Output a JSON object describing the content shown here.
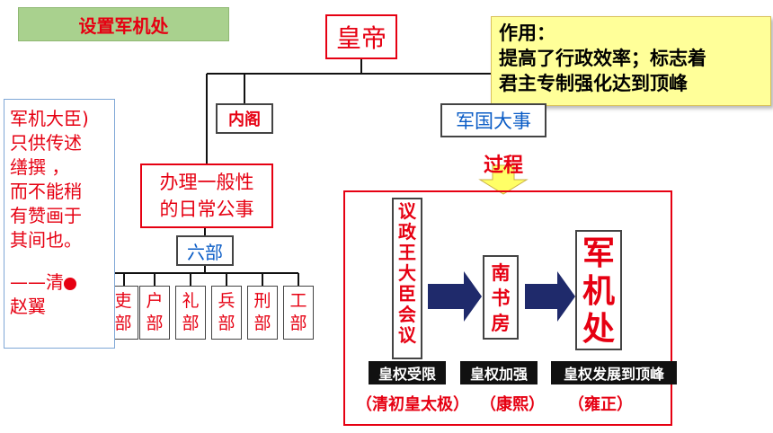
{
  "title": "设置军机处",
  "emperor": "皇帝",
  "function": {
    "heading": "作用：",
    "line1": "提高了行政效率；标志着",
    "line2": "君主专制强化达到顶峰"
  },
  "neige": "内阁",
  "junguo": "军国大事",
  "process": "过程",
  "daily_line1": "办理一般性",
  "daily_line2": "的日常公事",
  "liubu": "六部",
  "departments": [
    {
      "top": "吏",
      "bottom": "部"
    },
    {
      "top": "户",
      "bottom": "部"
    },
    {
      "top": "礼",
      "bottom": "部"
    },
    {
      "top": "兵",
      "bottom": "部"
    },
    {
      "top": "刑",
      "bottom": "部"
    },
    {
      "top": "工",
      "bottom": "部"
    }
  ],
  "quote": {
    "line1": " 军机大臣)",
    "line2": "只供传述",
    "line3": "缮撰 ，",
    "line4": "而不能稍",
    "line5": "有赞画于",
    "line6": "其间也。",
    "line7": "——清",
    "line8": "赵翼"
  },
  "stages": {
    "yizheng": [
      "议",
      "政",
      "王",
      "大",
      "臣",
      "会",
      "议"
    ],
    "nanshu": [
      "南",
      "书",
      "房"
    ],
    "junji": [
      "军",
      "机",
      "处"
    ]
  },
  "labels": {
    "l1": "皇权受限",
    "l2": "皇权加强",
    "l3": "皇权发展到顶峰"
  },
  "eras": {
    "e1": "（清初皇太极）",
    "e2": "（康熙）",
    "e3": "（雍正）"
  },
  "colors": {
    "accent_red": "#e60012",
    "blue": "#0a5cc6",
    "navy_arrow": "#1f2a6b",
    "yellow": "#ffff99",
    "green": "#a9d18e"
  }
}
